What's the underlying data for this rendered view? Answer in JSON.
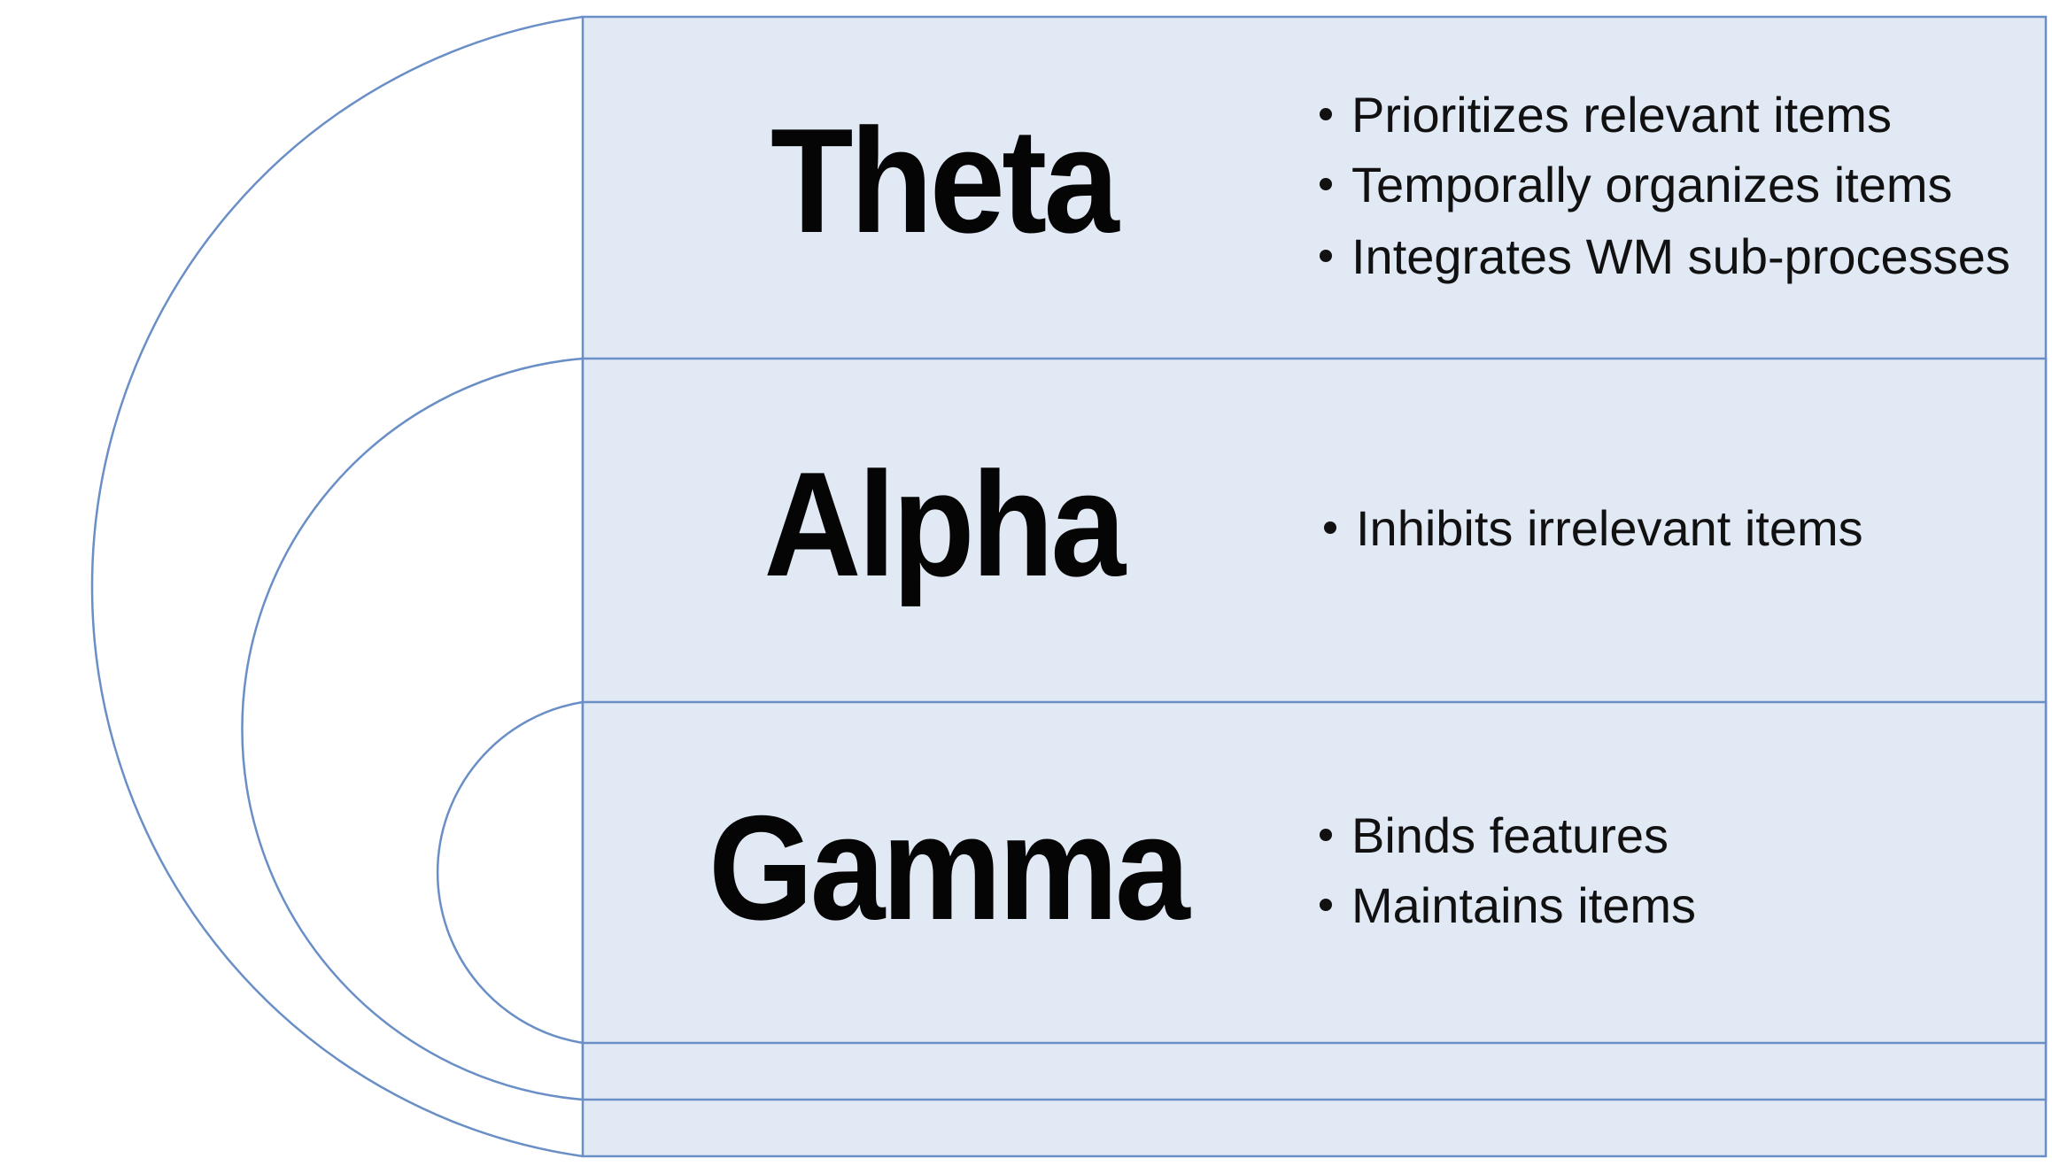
{
  "colors": {
    "band_fill": "#e1e9f5",
    "outline": "#6a8fc6",
    "title_text": "#050505",
    "bullet_text": "#111111"
  },
  "bands": [
    {
      "title": "Theta",
      "bullets": [
        "Prioritizes relevant items",
        "Temporally organizes items",
        "Integrates WM sub-processes"
      ]
    },
    {
      "title": "Alpha",
      "bullets": [
        "Inhibits irrelevant items"
      ]
    },
    {
      "title": "Gamma",
      "bullets": [
        "Binds features",
        "Maintains items"
      ]
    }
  ]
}
